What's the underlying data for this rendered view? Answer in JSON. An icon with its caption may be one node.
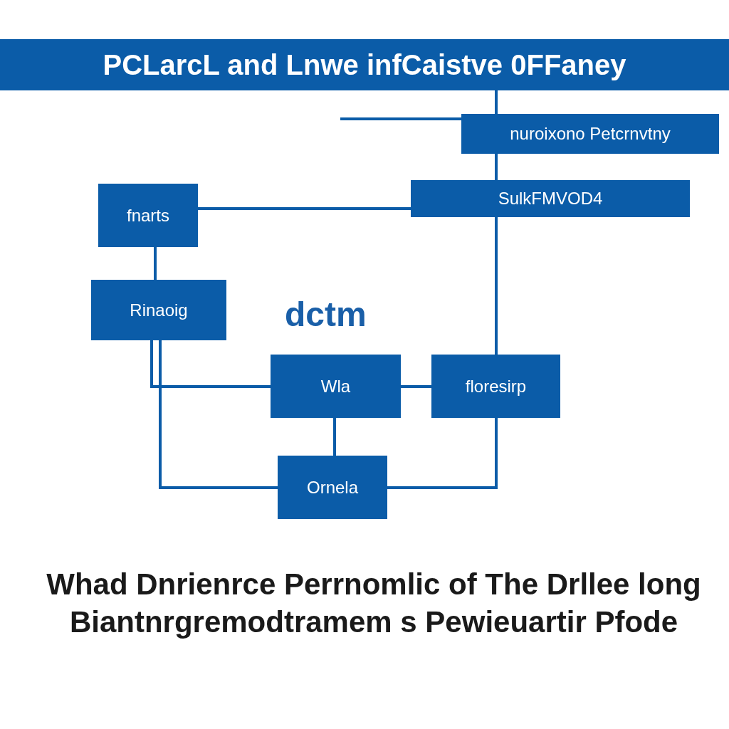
{
  "diagram": {
    "caption": "Whad Dnrienrce Perrnomlic of The Drllee long Biantnrgremodtramem s Pewieuartir Pfode",
    "nodes": [
      {
        "text": [
          "PCLarcL and Lnwe infCaistve 0FFaney"
        ]
      },
      {
        "text": [
          "nuroixono Petcrnvtny"
        ]
      },
      {
        "text": [
          "SulkFMVOD4"
        ]
      },
      {
        "text": [
          "fnarts"
        ]
      },
      {
        "text": [
          "Rinaoig"
        ]
      },
      {
        "text": [
          "Wla"
        ]
      },
      {
        "text": [
          "floresirp"
        ]
      },
      {
        "text": [
          "Ornela"
        ]
      }
    ],
    "edges": [
      {
        "from": 0,
        "to": 1,
        "arrow": "none"
      },
      {
        "from": null,
        "to": 1,
        "arrow": "none"
      },
      {
        "from": 1,
        "to": 2,
        "arrow": "none"
      },
      {
        "from": 2,
        "to": 6,
        "arrow": "none"
      },
      {
        "from": 3,
        "to": 2,
        "arrow": "none"
      },
      {
        "from": 3,
        "to": 4,
        "arrow": "none"
      },
      {
        "from": 4,
        "to": 5,
        "arrow": "none"
      },
      {
        "from": 4,
        "to": 7,
        "arrow": "none"
      },
      {
        "from": 5,
        "to": 6,
        "arrow": "none"
      },
      {
        "from": 5,
        "to": 7,
        "arrow": "none"
      },
      {
        "from": 6,
        "to": 7,
        "arrow": "none"
      }
    ],
    "labels": [
      "dctm"
    ]
  }
}
